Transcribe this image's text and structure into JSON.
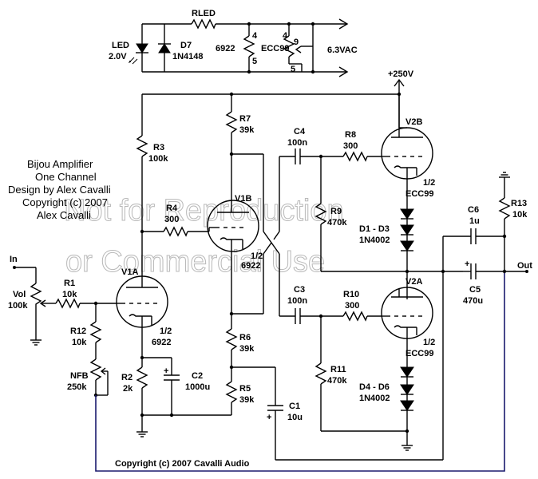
{
  "title_block": {
    "line1": "Bijou Amplifier",
    "line2": "One Channel",
    "line3": "Design by Alex Cavalli",
    "line4": "Copyright (c) 2007",
    "line5": "Alex Cavalli"
  },
  "watermark": {
    "line1": "Not for Reproduction",
    "line2": "or Commercial Use"
  },
  "footer": "Copyright (c) 2007 Cavalli Audio",
  "labels": {
    "rled": "RLED",
    "led": "LED",
    "led_v": "2.0V",
    "d7": "D7",
    "d7_part": "1N4148",
    "heater1": "6922",
    "heater2": "ECC99",
    "pin4a": "4",
    "pin5a": "5",
    "pin4b": "4",
    "pin9": "9",
    "pin5b": "5",
    "vac": "6.3VAC",
    "b_plus": "+250V",
    "r7": "R7",
    "r7v": "39k",
    "r3": "R3",
    "r3v": "100k",
    "r4": "R4",
    "r4v": "300",
    "v1b": "V1B",
    "v1b_half": "1/2",
    "v1b_type": "6922",
    "c4": "C4",
    "c4v": "100n",
    "r8": "R8",
    "r8v": "300",
    "v2b": "V2B",
    "v2b_half": "1/2",
    "v2b_type": "ECC99",
    "r9": "R9",
    "r9v": "470k",
    "d1d3": "D1 - D3",
    "d1d3_part": "1N4002",
    "r13": "R13",
    "r13v": "10k",
    "c6": "C6",
    "c6v": "1u",
    "out": "Out",
    "c5": "C5",
    "c5v": "470u",
    "in": "In",
    "vol": "Vol",
    "volv": "100k",
    "r1": "R1",
    "r1v": "10k",
    "v1a": "V1A",
    "v1a_half": "1/2",
    "v1a_type": "6922",
    "r12": "R12",
    "r12v": "10k",
    "nfb": "NFB",
    "nfbv": "250k",
    "r2": "R2",
    "r2v": "2k",
    "c2": "C2",
    "c2v": "1000u",
    "r6": "R6",
    "r6v": "39k",
    "r5": "R5",
    "r5v": "39k",
    "c1": "C1",
    "c1v": "10u",
    "c3": "C3",
    "c3v": "100n",
    "r10": "R10",
    "r10v": "300",
    "v2a": "V2A",
    "v2a_half": "1/2",
    "v2a_type": "ECC99",
    "r11": "R11",
    "r11v": "470k",
    "d4d6": "D4 - D6",
    "d4d6_part": "1N4002",
    "plus_c2": "+",
    "plus_c5": "+",
    "plus_c1": "+"
  }
}
